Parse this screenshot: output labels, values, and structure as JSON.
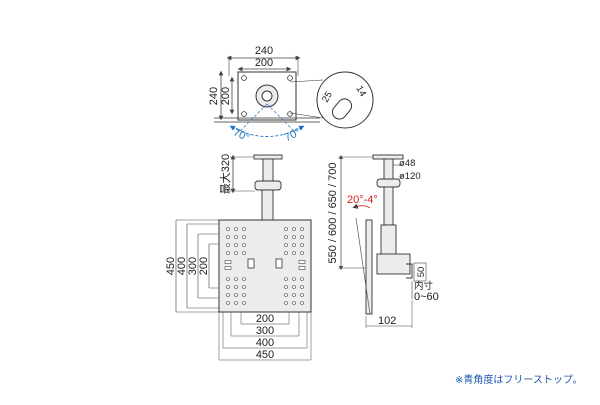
{
  "top_view": {
    "width_outer": "240",
    "width_inner": "200",
    "height_outer": "240",
    "height_inner": "200",
    "angle_left": "70°",
    "angle_right": "70°",
    "detail_a": "25",
    "detail_b": "14"
  },
  "front_view": {
    "max_label": "最大320",
    "height_450": "450",
    "height_400": "400",
    "height_300": "300",
    "height_200": "200",
    "width_200": "200",
    "width_300": "300",
    "width_400": "400",
    "width_450": "450"
  },
  "side_view": {
    "diameter_48": "ø48",
    "diameter_120": "ø120",
    "tilt": "20°-4°",
    "heights": "550 / 600 / 650 / 700",
    "depth_50": "50",
    "inner_label": "内寸",
    "inner_range": "0~60",
    "width_102": "102"
  },
  "note": "※青角度はフリーストップ。",
  "colors": {
    "blue": "#1a73c7",
    "red": "#d52020",
    "line": "#555555",
    "panel": "#ececec"
  }
}
